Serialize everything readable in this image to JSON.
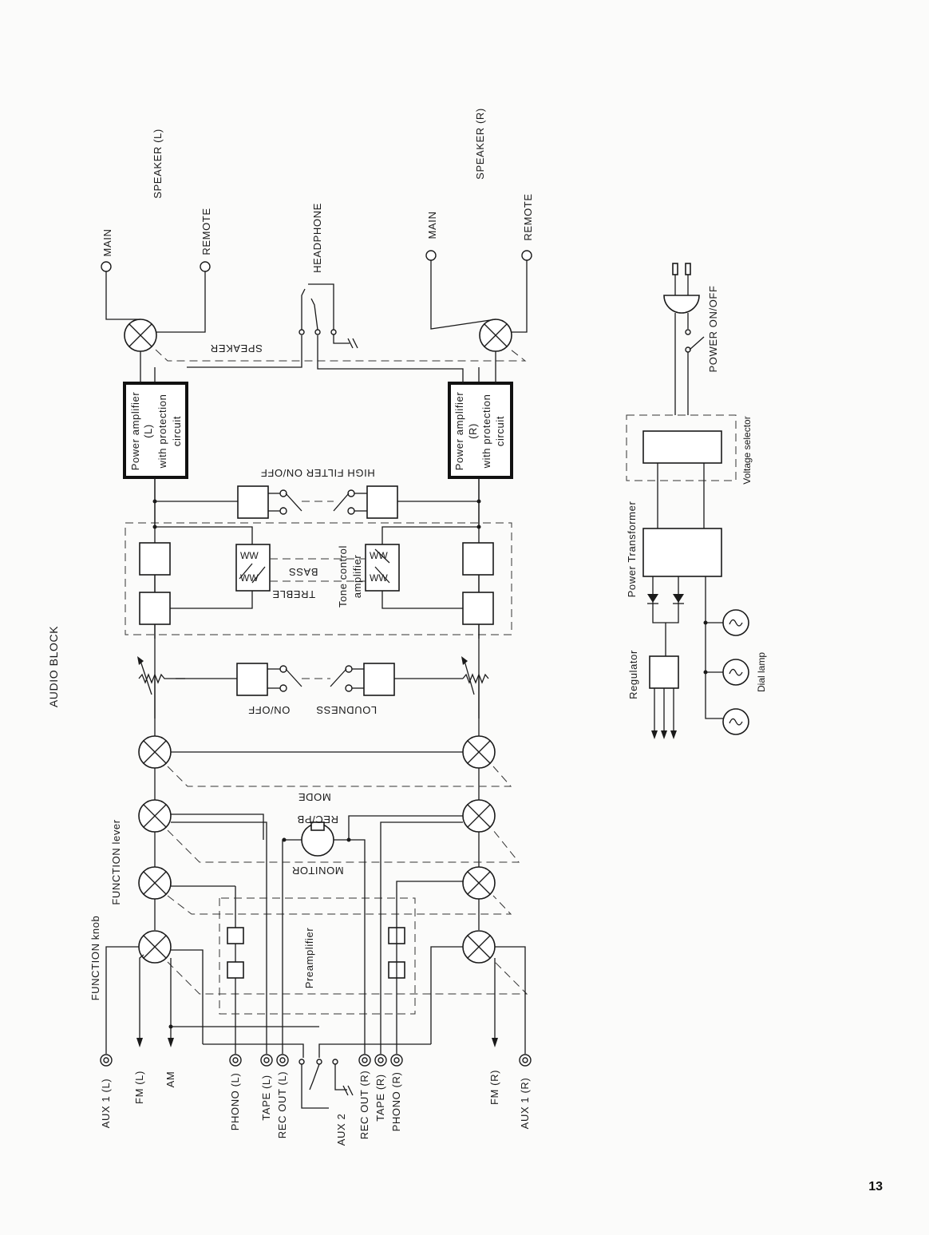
{
  "title": "AUDIO BLOCK",
  "page_number": "13",
  "inputs_left": [
    "AUX 1 (L)",
    "FM (L)",
    "AM",
    "PHONO (L)",
    "TAPE (L)",
    "REC OUT (L)"
  ],
  "aux2": "AUX 2",
  "inputs_right": [
    "REC OUT (R)",
    "TAPE (R)",
    "PHONO (R)",
    "FM (R)",
    "AUX 1 (R)"
  ],
  "controls": {
    "function_knob": "FUNCTION knob",
    "function_lever": "FUNCTION lever",
    "preamplifier": "Preamplifier",
    "monitor": "MONITOR",
    "rec_pb": "REC/PB",
    "mode": "MODE",
    "loudness": "LOUDNESS",
    "on_off": "ON/OFF",
    "treble": "TREBLE",
    "bass": "BASS",
    "tone_control_1": "Tone control",
    "tone_control_2": "amplifier",
    "high_filter": "HIGH FILTER ON/OFF"
  },
  "power_amp_left": [
    "Power amplifier",
    "(L)",
    "with protection",
    "circuit"
  ],
  "power_amp_right": [
    "Power amplifier",
    "(R)",
    "with protection",
    "circuit"
  ],
  "speaker": "SPEAKER",
  "headphone": "HEADPHONE",
  "speaker_left": "SPEAKER (L)",
  "speaker_right": "SPEAKER (R)",
  "main": "MAIN",
  "remote": "REMOTE",
  "power": {
    "regulator": "Regulator",
    "power_transformer": "Power Transformer",
    "voltage_selector": "Voltage selector",
    "power_switch": "POWER ON/OFF",
    "dial_lamp": "Dial lamp"
  }
}
